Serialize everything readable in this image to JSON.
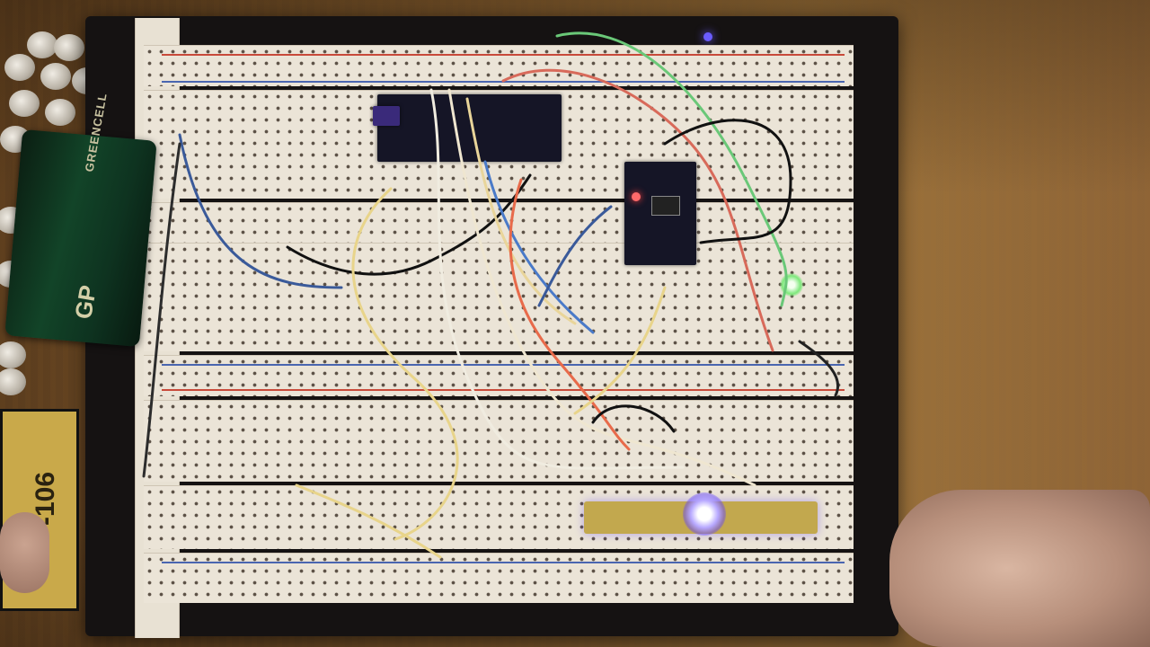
{
  "scene": {
    "description": "Photograph of a large solderless breadboard prototyping project with microcontroller board, sensor module, LEDs and jumper wires",
    "battery": {
      "brand": "GP",
      "label": "GREENCELL",
      "color": "#124428"
    },
    "power_supply_label": "-106",
    "components": {
      "microcontroller": "Pro Micro style board",
      "sensor_module": "small breakout module with red LED",
      "green_led": "#7de87a",
      "blue_led": "#8070ff",
      "led_bar": "yellow LED bar"
    },
    "colors": {
      "breadboard": "#e6dfd2",
      "base_plate": "#151212",
      "table": "#8c6434",
      "rail_red": "#c84a3a",
      "rail_blue": "#4a66b0"
    }
  }
}
